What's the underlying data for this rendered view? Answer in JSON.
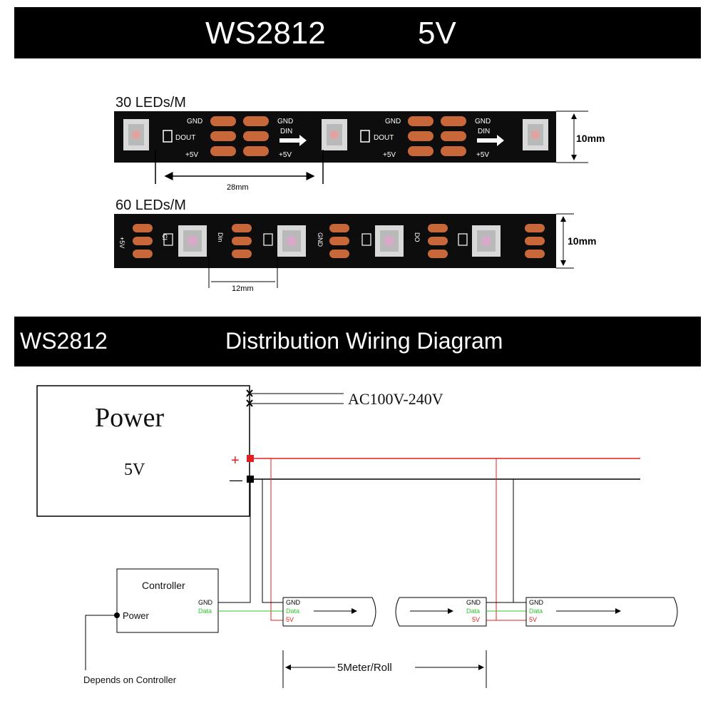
{
  "header": {
    "model": "WS2812",
    "voltage": "5V"
  },
  "strip30": {
    "title": "30 LEDs/M",
    "pin_gnd": "GND",
    "pin_dout": "DOUT",
    "pin_5v": "+5V",
    "pin_din": "DIN",
    "pitch": "28mm",
    "width": "10mm"
  },
  "strip60": {
    "title": "60 LEDs/M",
    "pin_5v": "+5V",
    "pin_din": "Din",
    "pin_gnd": "GND",
    "pin_do": "DO",
    "pin_ci": "CI",
    "pitch": "12mm",
    "width": "10mm"
  },
  "wiring": {
    "model": "WS2812",
    "title": "Distribution Wiring Diagram",
    "power_label": "Power",
    "power_voltage": "5V",
    "ac_input": "AC100V-240V",
    "plus": "+",
    "minus": "—",
    "controller_label": "Controller",
    "controller_gnd": "GND",
    "controller_data": "Data",
    "controller_power": "Power",
    "strip_gnd": "GND",
    "strip_data": "Data",
    "strip_5v": "5V",
    "roll_length": "5Meter/Roll",
    "depends_note": "Depends on Controller"
  },
  "colors": {
    "banner": "#000000",
    "pcb": "#0d0d0d",
    "pad": "#c8683a",
    "red_wire": "#e02020",
    "data_wire": "#2ec82e"
  }
}
